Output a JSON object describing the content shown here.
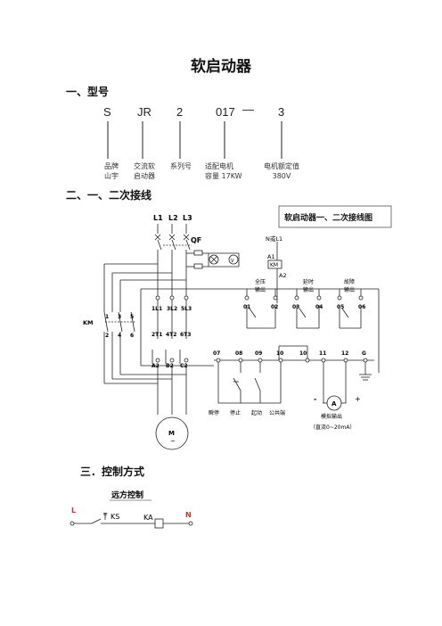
{
  "title": "软启动器",
  "sections": {
    "model": "一、型号",
    "wiring": "二、一、二次接线",
    "control": "三．控制方式"
  },
  "model_code": {
    "parts": [
      "S",
      "JR",
      "2",
      "017",
      "—",
      "3"
    ],
    "legend": [
      {
        "line1": "品牌",
        "line2": "山宇"
      },
      {
        "line1": "交流软",
        "line2": "启动器"
      },
      {
        "line1": "系列号",
        "line2": ""
      },
      {
        "line1": "适配电机",
        "line2": "容量 17KW"
      },
      {
        "line1": "电机额定值",
        "line2": "380V"
      }
    ]
  },
  "wiring_diagram": {
    "caption": "软启动器一、二次接线图",
    "phase_labels": [
      "L1",
      "L2",
      "L3"
    ],
    "breaker": "QF",
    "contactor": "KM",
    "contactor_coil": "KM",
    "neutral_label": "N或L1",
    "coil_terminals": [
      "A1",
      "A2"
    ],
    "input_terminals": [
      "1L1",
      "3L2",
      "5L3"
    ],
    "output_terminals": [
      "2T1",
      "4T2",
      "6T3"
    ],
    "motor_terminals": [
      "A2",
      "B2",
      "C2"
    ],
    "km_contacts_top": [
      "1",
      "3",
      "5"
    ],
    "km_contacts_bottom": [
      "2",
      "4",
      "6"
    ],
    "relay_terminals": [
      "01",
      "02",
      "03",
      "04",
      "05",
      "06"
    ],
    "relay_groups": [
      {
        "line1": "全压",
        "line2": "输出"
      },
      {
        "line1": "延时",
        "line2": "输出"
      },
      {
        "line1": "故障",
        "line2": "输出"
      }
    ],
    "control_terminals": [
      "07",
      "08",
      "09",
      "10",
      "10",
      "11",
      "12",
      "G"
    ],
    "switch_labels": [
      "瞬停",
      "停止",
      "起动",
      "公共端"
    ],
    "meter_label": "A",
    "meter_caption_1": "模拟输出",
    "meter_caption_2": "（直流0~20mA）",
    "meter_minus": "-",
    "meter_plus": "+",
    "motor_label": "M",
    "motor_sub": "~",
    "lamp_label": "V"
  },
  "control_diagram": {
    "caption": "远方控制",
    "l_label": "L",
    "t_label": "T",
    "ks_label": "KS",
    "ka_label": "KA",
    "n_label": "N"
  }
}
